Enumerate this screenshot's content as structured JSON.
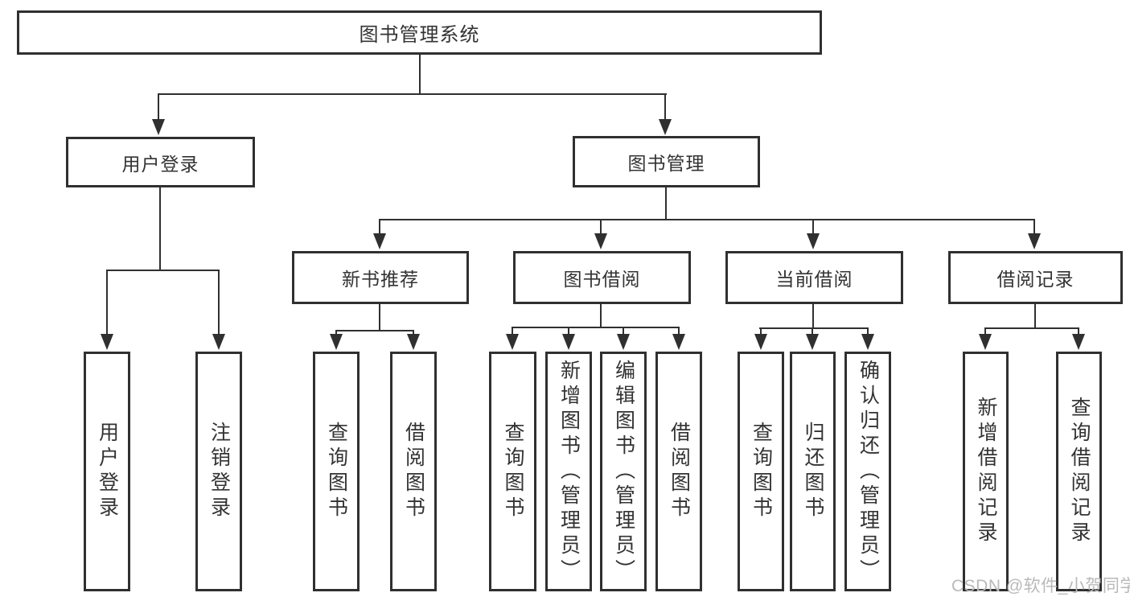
{
  "tree": {
    "root": "图书管理系统",
    "branches": [
      {
        "label": "用户登录",
        "children": [
          "用户登录",
          "注销登录"
        ]
      },
      {
        "label": "图书管理",
        "groups": [
          {
            "label": "新书推荐",
            "children": [
              "查询图书",
              "借阅图书"
            ]
          },
          {
            "label": "图书借阅",
            "children": [
              "查询图书",
              "新增图书（管理员）",
              "编辑图书（管理员）",
              "借阅图书"
            ]
          },
          {
            "label": "当前借阅",
            "children": [
              "查询图书",
              "归还图书",
              "确认归还（管理员）"
            ]
          },
          {
            "label": "借阅记录",
            "children": [
              "新增借阅记录",
              "查询借阅记录"
            ]
          }
        ]
      }
    ]
  },
  "watermark": "CSDN @软件_小贺同学",
  "colors": {
    "line": "#303030",
    "text": "#333333",
    "watermark": "#b9b9b9",
    "background": "#ffffff"
  }
}
